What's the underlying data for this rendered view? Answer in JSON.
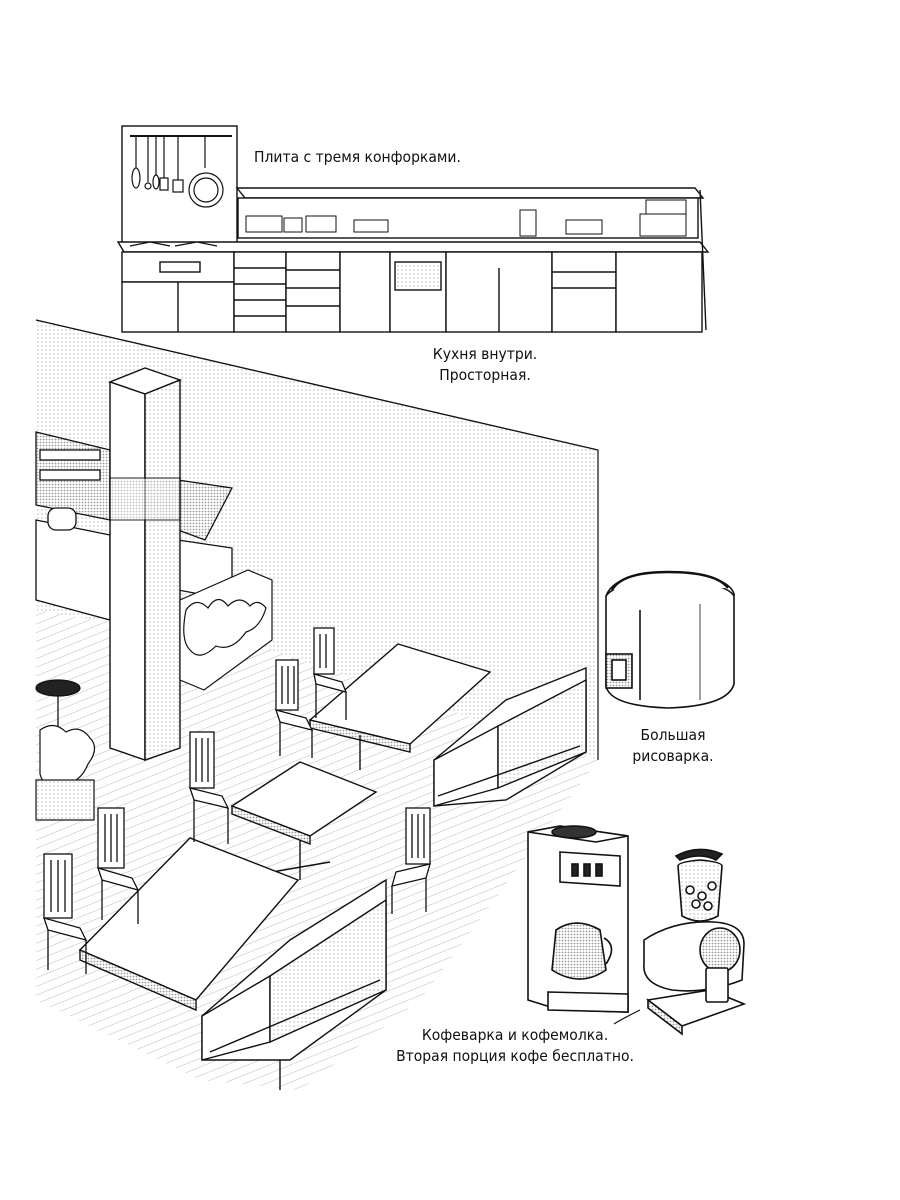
{
  "captions": {
    "stove": "Плита с тремя конфорками.",
    "kitchen_line1": "Кухня внутри.",
    "kitchen_line2": "Просторная.",
    "rice_line1": "Большая",
    "rice_line2": "рисоварка.",
    "coffee_line1": "Кофеварка и кофемолка.",
    "coffee_line2": "Вторая порция кофе бесплатно."
  },
  "illustrations": [
    "kitchen-counter-illustration",
    "cafe-interior-illustration",
    "rice-cooker-illustration",
    "coffee-maker-illustration",
    "coffee-grinder-illustration"
  ],
  "colors": {
    "ink": "#111111",
    "tone": "#c8c8c8",
    "paper": "#ffffff"
  }
}
